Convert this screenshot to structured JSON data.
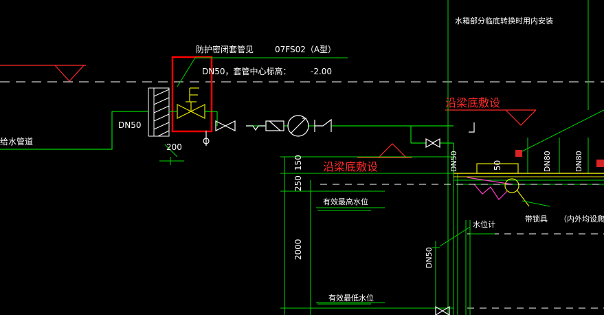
{
  "colors": {
    "background": "#000000",
    "line": "#ffffff",
    "green": "#00d800",
    "red": "#ff2a2a",
    "yellow": "#e6e600",
    "magenta": "#ff3cc8",
    "highlight": "#ff0000"
  },
  "labels": {
    "sleeve_title": "防护密闭套管见",
    "sleeve_ref": "07FS02（A型）",
    "sleeve_center": "DN50，套管中心标高：",
    "sleeve_elev": "-2.00",
    "top_note": "水箱部分临底转换时用内安装",
    "beam_note_1": "沿梁底敷设",
    "beam_note_2": "沿梁底敷设",
    "dn50_left": "DN50",
    "supply_pipe": "给水管道",
    "dim_200": "200",
    "dim_150": "150",
    "dim_250": "250",
    "dim_2000": "2000",
    "dim_50": "50",
    "dn50_vertical_1": "DN50",
    "dn50_vertical_2": "DN50",
    "dn80_1": "DN80",
    "dn80_2": "DN80",
    "max_level": "有效最高水位",
    "min_level": "有效最低水位",
    "level_gauge": "水位计",
    "ladder": "带锁具",
    "ladder_note": "（内外均设爬梯"
  }
}
